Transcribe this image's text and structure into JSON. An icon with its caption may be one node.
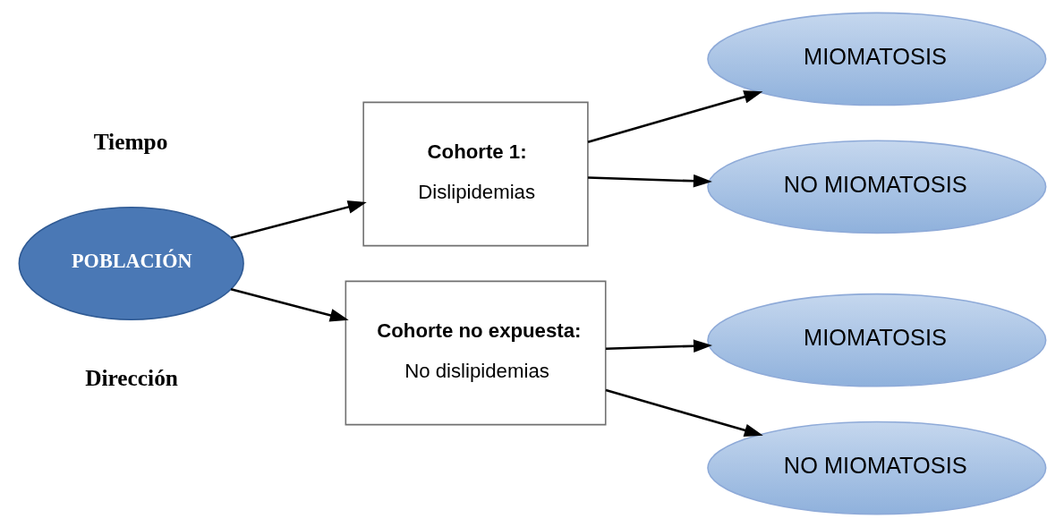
{
  "diagram": {
    "nodes": [
      {
        "text": [
          "POBLACIÓN"
        ]
      },
      {
        "text": [
          "Cohorte 1:",
          "Dislipidemias"
        ]
      },
      {
        "text": [
          "Cohorte no expuesta:",
          "No dislipidemias"
        ]
      },
      {
        "text": [
          "MIOMATOSIS"
        ]
      },
      {
        "text": [
          "NO MIOMATOSIS"
        ]
      },
      {
        "text": [
          "MIOMATOSIS"
        ]
      },
      {
        "text": [
          "NO MIOMATOSIS"
        ]
      }
    ],
    "edges": [
      {
        "from": 0,
        "to": 1,
        "arrow": "to"
      },
      {
        "from": 0,
        "to": 2,
        "arrow": "to"
      },
      {
        "from": 1,
        "to": 3,
        "arrow": "to"
      },
      {
        "from": 1,
        "to": 4,
        "arrow": "to"
      },
      {
        "from": 2,
        "to": 5,
        "arrow": "to"
      },
      {
        "from": 2,
        "to": 6,
        "arrow": "to"
      }
    ],
    "labels": [
      "Tiempo",
      "Dirección"
    ]
  }
}
